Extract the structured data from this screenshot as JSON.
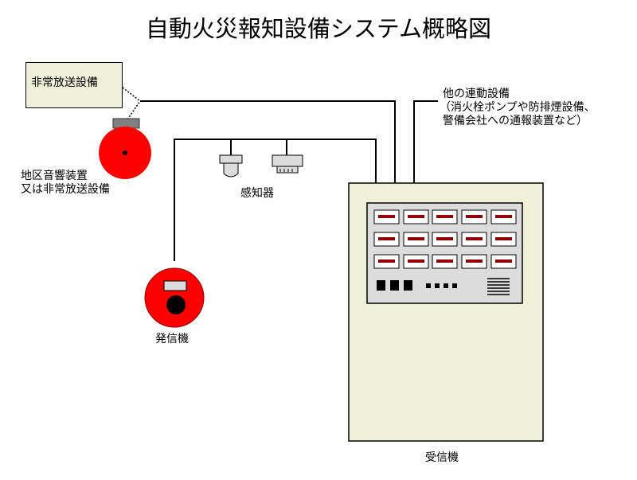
{
  "title": "自動火災報知設備システム概略図",
  "labels": {
    "broadcast_box": "非常放送設備",
    "bell_line1": "地区音響装置",
    "bell_line2": "又は非常放送設備",
    "detectors": "感知器",
    "transmitter": "発信機",
    "receiver": "受信機",
    "other_line1": "他の連動設備",
    "other_line2": "（消火栓ポンプや防排煙設備、",
    "other_line3": "警備会社への通報装置など）"
  },
  "colors": {
    "panel_fill": "#eef0d8",
    "panel_inner": "#dcdcdc",
    "red": "#ff0000",
    "dark_red": "#8b0000",
    "line": "#000000"
  }
}
